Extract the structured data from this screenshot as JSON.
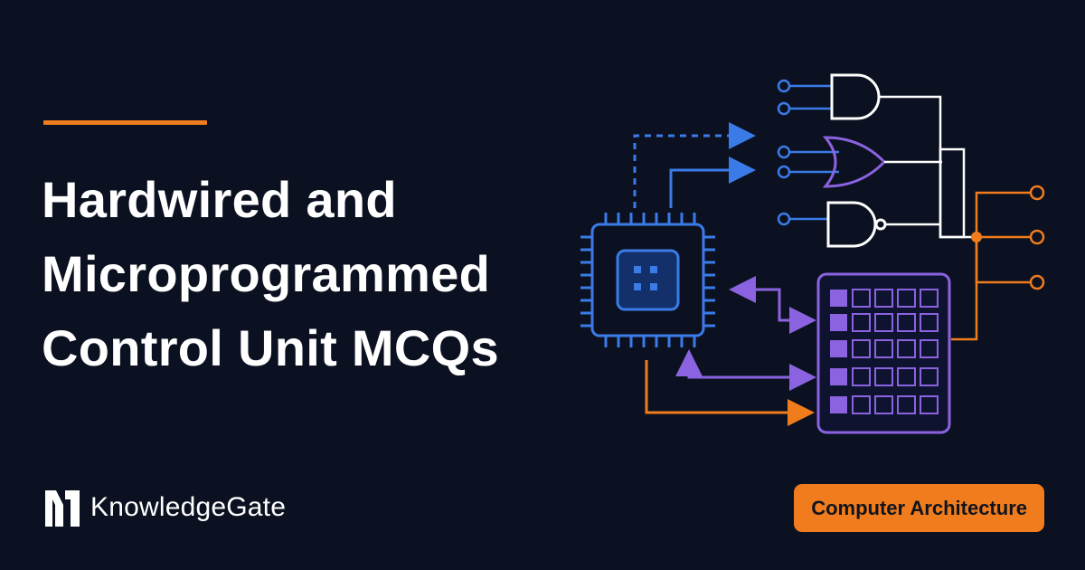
{
  "title": {
    "line1": "Hardwired and",
    "line2": "Microprogrammed",
    "line3": "Control Unit MCQs"
  },
  "brand": {
    "name": "KnowledgeGate",
    "logo_icon": "knowledgegate-logo-icon"
  },
  "badge": {
    "label": "Computer Architecture"
  },
  "colors": {
    "background": "#0b1120",
    "accent": "#f07c1d",
    "blue": "#3b7be8",
    "purple": "#8b63e0",
    "white": "#ffffff"
  },
  "diagram": {
    "icons": [
      "cpu-chip-icon",
      "and-gate-icon",
      "or-gate-icon",
      "nand-gate-icon",
      "control-memory-grid-icon"
    ]
  }
}
